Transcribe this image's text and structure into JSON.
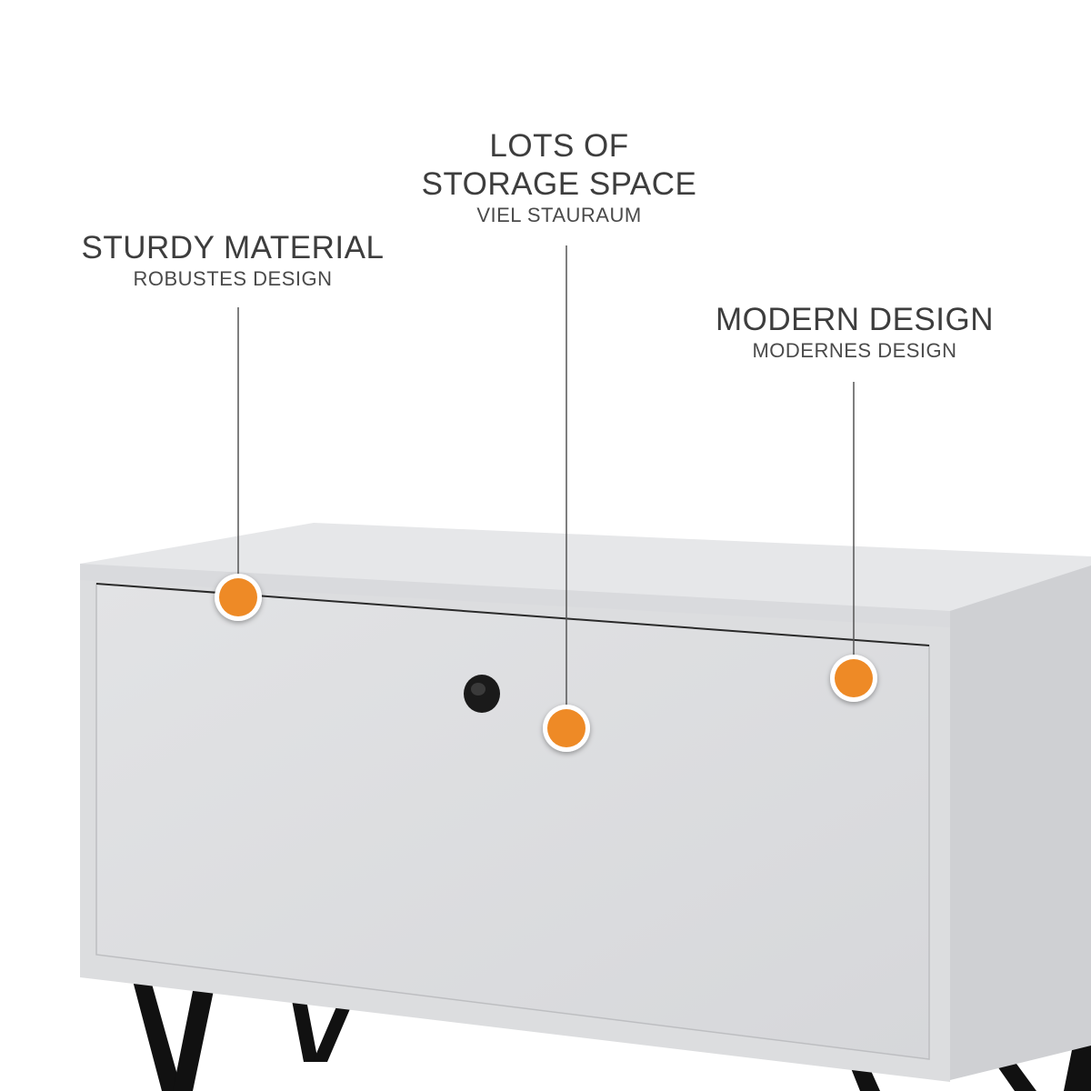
{
  "callouts": {
    "sturdy": {
      "title": "STURDY MATERIAL",
      "subtitle": "ROBUSTES DESIGN"
    },
    "storage": {
      "title_line1": "LOTS OF",
      "title_line2": "STORAGE SPACE",
      "subtitle": "VIEL STAURAUM"
    },
    "modern": {
      "title": "MODERN DESIGN",
      "subtitle": "MODERNES DESIGN"
    }
  },
  "colors": {
    "marker": "#EE8A25",
    "marker_ring": "#ffffff",
    "text": "#3d3d3d",
    "cabinet_front": "#DCDDDF",
    "cabinet_top": "#E7E8EA",
    "cabinet_side": "#D2D3D6",
    "legs": "#111111",
    "knob": "#1a1a1a",
    "leader_line": "#555555"
  }
}
